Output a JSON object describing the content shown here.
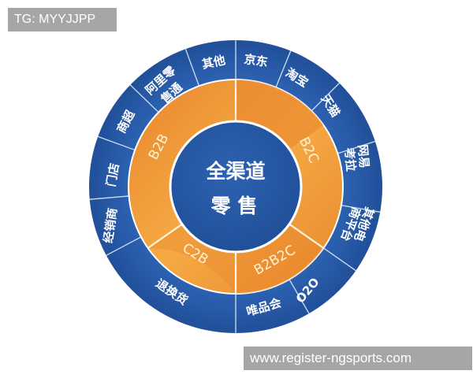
{
  "watermarks": {
    "top": "TG: MYYJJPP",
    "bottom": "www.register-ngsports.com"
  },
  "diagram": {
    "title_line1": "全渠道",
    "title_line2": "零 售",
    "colors": {
      "outer_ring": "#2a5fad",
      "outer_ring_dark": "#1e4a91",
      "middle_ring": "#f0a33a",
      "middle_ring_dark": "#e6852a",
      "center": "#2557a3",
      "divider": "#ffffff"
    },
    "middle_ring": [
      {
        "label": "B2C",
        "start_deg": 0,
        "end_deg": 125
      },
      {
        "label": "B2B2C",
        "start_deg": 125,
        "end_deg": 180
      },
      {
        "label": "C2B",
        "start_deg": 180,
        "end_deg": 235
      },
      {
        "label": "B2B",
        "start_deg": 235,
        "end_deg": 360
      }
    ],
    "outer_ring": [
      {
        "label": "京东",
        "parent": "B2C"
      },
      {
        "label": "淘宝",
        "parent": "B2C"
      },
      {
        "label": "天猫",
        "parent": "B2C"
      },
      {
        "label": "网易考拉",
        "parent": "B2C"
      },
      {
        "label": "其他电商平台",
        "parent": "B2C"
      },
      {
        "label": "O2O",
        "parent": "B2B2C"
      },
      {
        "label": "唯品会",
        "parent": "B2B2C"
      },
      {
        "label": "退换货",
        "parent": "C2B"
      },
      {
        "label": "经销商",
        "parent": "B2B"
      },
      {
        "label": "门店",
        "parent": "B2B"
      },
      {
        "label": "商超",
        "parent": "B2B"
      },
      {
        "label": "阿里零售通",
        "parent": "B2B"
      },
      {
        "label": "其他",
        "parent": "B2B"
      }
    ],
    "labels_render": {
      "jd": "京东",
      "taobao": "淘宝",
      "tmall": "天猫",
      "kaola_1": "网易",
      "kaola_2": "考拉",
      "other_ec_1": "其他电",
      "other_ec_2": "商平台",
      "o2o": "O2O",
      "vip": "唯品会",
      "returns": "退换货",
      "dealer": "经销商",
      "store": "门店",
      "supermarket": "商超",
      "ali_1": "阿里零",
      "ali_2": "售通",
      "other": "其他",
      "b2c": "B2C",
      "b2b2c": "B2B2C",
      "c2b": "C2B",
      "b2b": "B2B"
    }
  }
}
